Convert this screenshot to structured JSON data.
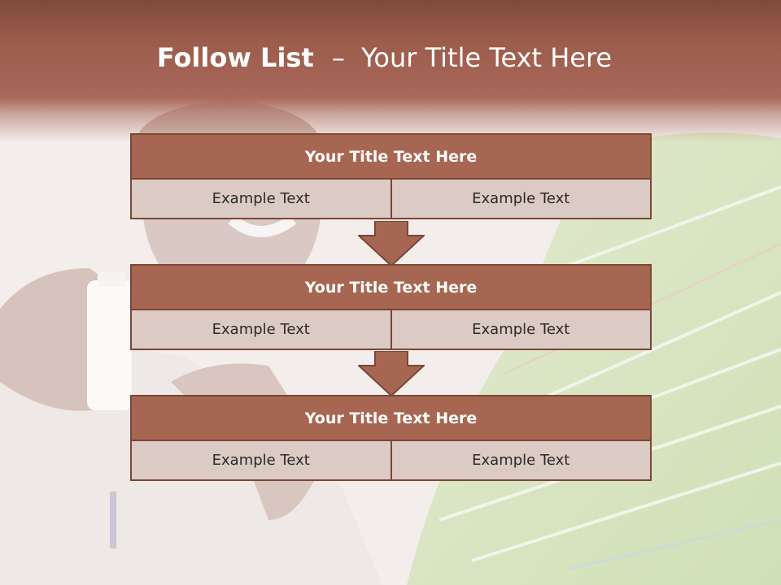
{
  "slide": {
    "title_bold": "Follow List",
    "title_dash": "–",
    "title_rest": "Your Title Text Here"
  },
  "blocks": [
    {
      "title": "Your Title Text Here",
      "cells": [
        "Example Text",
        "Example Text"
      ]
    },
    {
      "title": "Your Title Text Here",
      "cells": [
        "Example Text",
        "Example Text"
      ]
    },
    {
      "title": "Your Title Text Here",
      "cells": [
        "Example Text",
        "Example Text"
      ]
    }
  ],
  "colors": {
    "accent": "#a76651",
    "accent_dark": "#7a4636",
    "cell_fill": "#dccac5",
    "header_top": "#7e4a3b"
  },
  "icons": [
    "down-arrow-icon",
    "down-arrow-icon"
  ]
}
